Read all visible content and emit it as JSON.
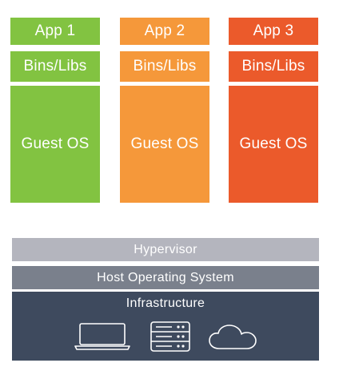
{
  "colors": {
    "green": "#82C341",
    "orange": "#F5983A",
    "red": "#EB5A2B",
    "hypervisor": "#B4B5BE",
    "host_os": "#7A808C",
    "infrastructure": "#3E4A5E"
  },
  "apps": [
    {
      "app": "App 1",
      "libs": "Bins/Libs",
      "os": "Guest OS"
    },
    {
      "app": "App 2",
      "libs": "Bins/Libs",
      "os": "Guest OS"
    },
    {
      "app": "App 3",
      "libs": "Bins/Libs",
      "os": "Guest OS"
    }
  ],
  "layers": {
    "hypervisor": "Hypervisor",
    "host_os": "Host Operating System",
    "infrastructure": "Infrastructure"
  },
  "infrastructure_icons": [
    "laptop-icon",
    "server-icon",
    "cloud-icon"
  ]
}
